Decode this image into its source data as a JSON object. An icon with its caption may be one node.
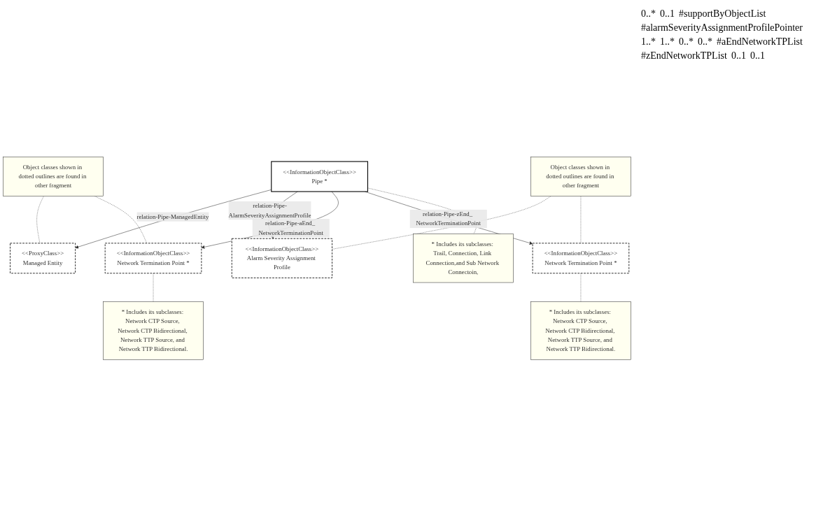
{
  "diagram": {
    "nodes": [
      {
        "text": [
          "Object classes shown in dotted outlines are found in other fragment"
        ]
      },
      {
        "text": [
          "<<ProxyClass>>",
          "Managed Entity"
        ]
      },
      {
        "text": [
          "Object classes shown in dotted outlines are found in other fragment"
        ]
      },
      {
        "text": [
          "<<InformationObjectClass>>",
          "Alarm Severity Assignment Profile"
        ]
      },
      {
        "text": [
          "<<InformationObjectClass>>",
          "Network Termination Point *"
        ]
      },
      {
        "text": [
          "<<InformationObjectClass>>",
          "Network Termination Point *"
        ]
      },
      {
        "text": [
          "<<InformationObjectClass>>",
          "Pipe *"
        ]
      },
      {
        "text": [
          "* Includes its subclasses: Network CTP Source, Network CTP Bidirectional, Network TTP Source, and Network TTP Bidirectional."
        ]
      },
      {
        "text": [
          "* Includes its subclasses: Trail, Connection, Link Connection,and Sub Network Connectoin,"
        ]
      },
      {
        "text": [
          "* Includes its subclasses: Network CTP Source, Network CTP Bidirectional, Network TTP Source, and Network TTP Bidirectional."
        ]
      }
    ],
    "edges": [
      {
        "from": 0,
        "to": 1,
        "arrow": "none",
        "style": "dashed"
      },
      {
        "from": 0,
        "to": 4,
        "arrow": "none",
        "style": "dashed"
      },
      {
        "from": 2,
        "to": 3,
        "arrow": "none",
        "style": "dashed"
      },
      {
        "from": 2,
        "to": 5,
        "arrow": "none",
        "style": "dashed"
      },
      {
        "from": 6,
        "to": 1,
        "arrow": "to",
        "label": "relation-Pipe-ManagedEntity"
      },
      {
        "from": 6,
        "to": 3,
        "arrow": "to",
        "label": "relation-Pipe-AlarmSeverityAssignmentProfile"
      },
      {
        "from": 6,
        "to": 4,
        "arrow": "to",
        "label": "relation-Pipe-aEnd_ NetworkTerminationPoint"
      },
      {
        "from": 6,
        "to": 5,
        "arrow": "to",
        "label": "relation-Pipe-zEnd_ NetworkTerminationPoint"
      },
      {
        "from": 4,
        "to": 7,
        "arrow": "none",
        "style": "dashed"
      },
      {
        "from": 6,
        "to": 8,
        "arrow": "none",
        "style": "dashed"
      },
      {
        "from": 5,
        "to": 9,
        "arrow": "none",
        "style": "dashed"
      }
    ],
    "labels": [
      "0..*",
      "0..1",
      "#supportByObjectList",
      "#alarmSeverityAssignmentProfilePointer",
      "1..*",
      "1..*",
      "0..*",
      "0..*",
      "#aEndNetworkTPList",
      "#zEndNetworkTPList",
      "0..1",
      "0..1"
    ]
  }
}
